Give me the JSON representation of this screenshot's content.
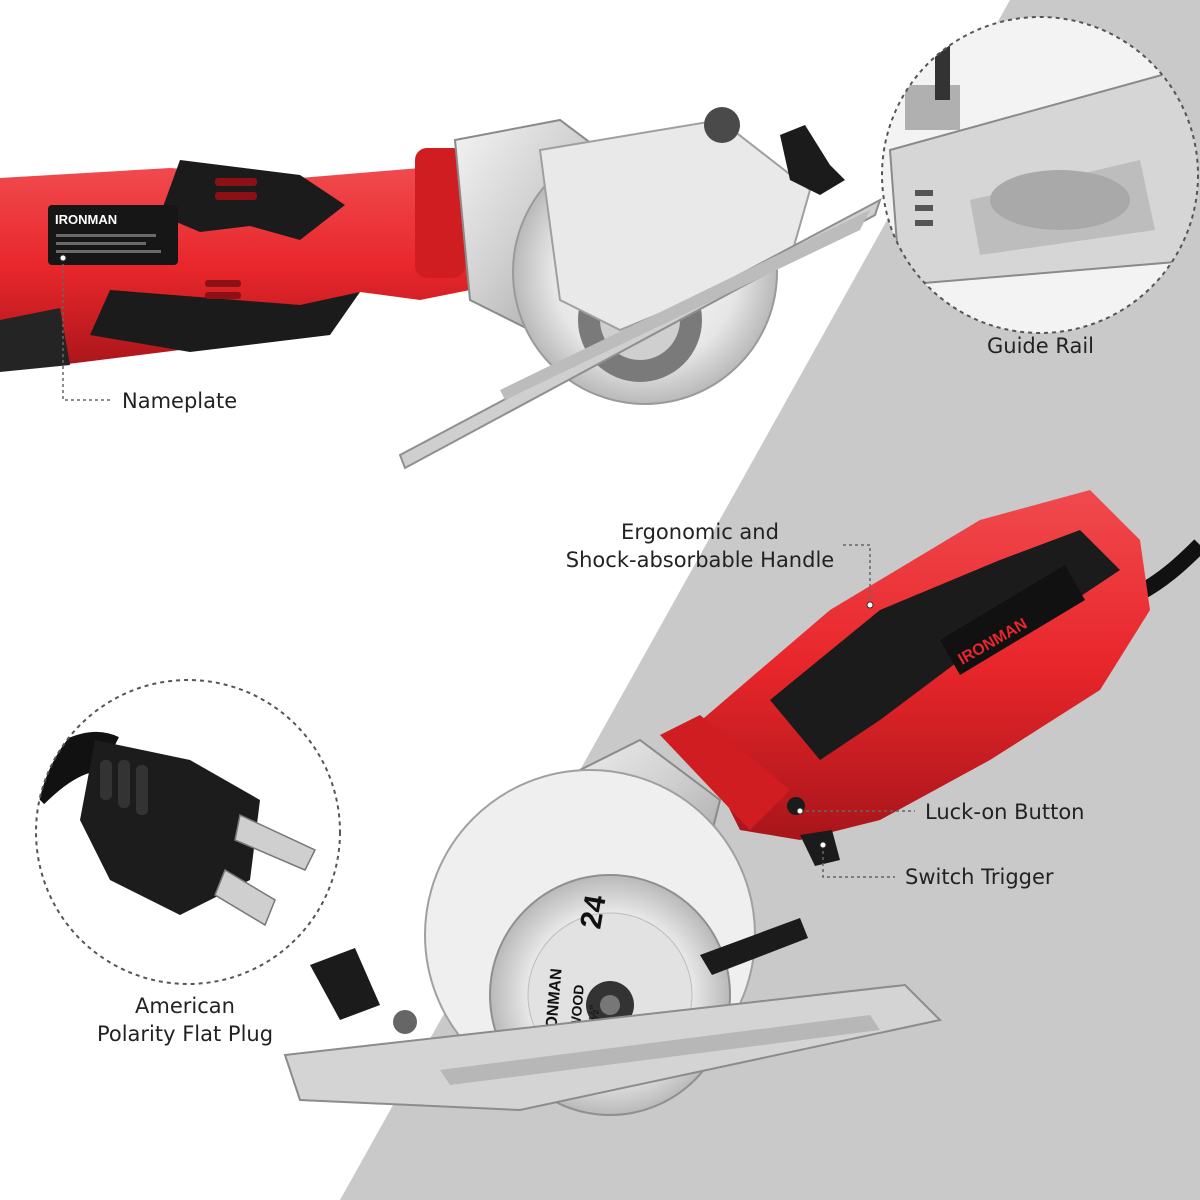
{
  "colors": {
    "grey_band": "#c9c9c9",
    "saw_red": "#e8262b",
    "saw_black": "#1b1b1b",
    "metal": "#d8d8d8",
    "blade": "#eeeeee",
    "label_text": "#222222"
  },
  "brand_text": {
    "top_body": "IRONMAN",
    "bottom_handle": "IRONMAN",
    "blade_brand": "IRONMAN",
    "blade_teeth": "24",
    "blade_type": "WOOD",
    "blade_size": "4½\""
  },
  "callouts": {
    "nameplate": "Nameplate",
    "guide_rail": "Guide Rail",
    "handle_line1": "Ergonomic and",
    "handle_line2": "Shock-absorbable Handle",
    "lock_on_button": "Luck-on Button",
    "switch_trigger": "Switch Trigger",
    "plug_line1": "American",
    "plug_line2": "Polarity Flat Plug"
  },
  "icons": {
    "top_saw": "circular-saw-icon",
    "bottom_saw": "circular-saw-icon",
    "guide_rail_zoom": "guide-rail-closeup-icon",
    "plug_zoom": "flat-plug-icon"
  }
}
